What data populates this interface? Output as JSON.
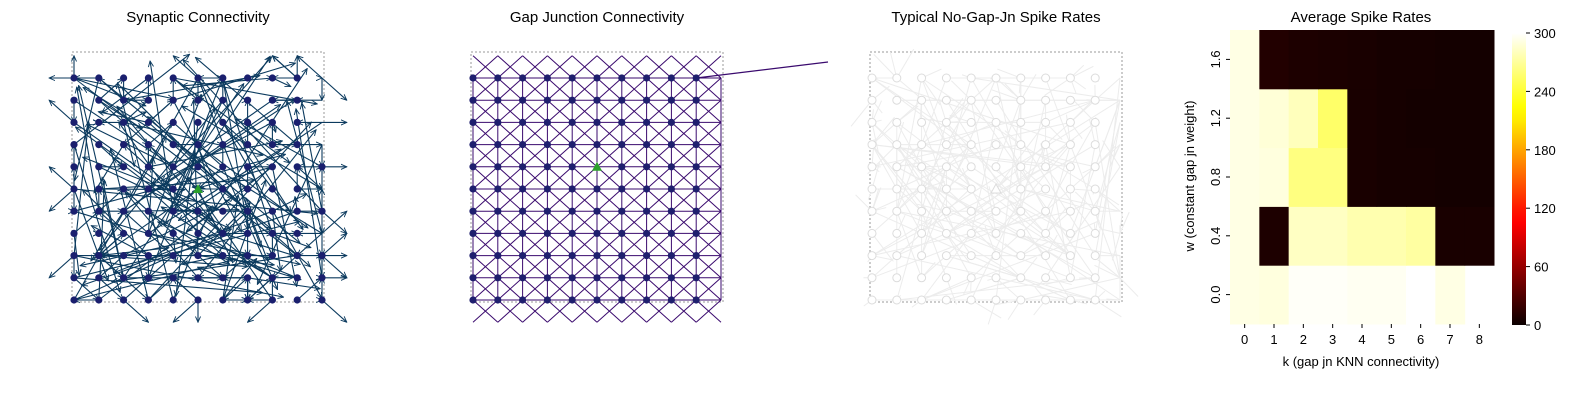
{
  "panels": {
    "synaptic": {
      "title": "Synaptic Connectivity"
    },
    "gap": {
      "title": "Gap Junction Connectivity"
    },
    "rates": {
      "title": "Typical No-Gap-Jn Spike Rates"
    }
  },
  "colors": {
    "synaptic_edge": "#0b3a5e",
    "synaptic_node": "#1a1f6e",
    "gap_edge": "#3a0a6e",
    "gap_node": "#1f1f6e",
    "highlight_node": "#2ca02c",
    "rate_node_fill": "#ffffff",
    "rate_node_stroke": "#dcdcdc",
    "border": "#999999"
  },
  "grid": {
    "n": 11
  },
  "chart_data": [
    {
      "type": "heatmap",
      "title": "Average Spike Rates",
      "xlabel": "k (gap jn KNN connectivity)",
      "ylabel": "w (constant gap jn weight)",
      "x": [
        0,
        1,
        2,
        3,
        4,
        5,
        6,
        7,
        8
      ],
      "xticks": [
        "0",
        "1",
        "2",
        "3",
        "4",
        "5",
        "6",
        "7",
        "8"
      ],
      "y": [
        0.0,
        0.4,
        0.8,
        1.2,
        1.6
      ],
      "yticks": [
        "0.0",
        "0.4",
        "0.8",
        "1.2",
        "1.6"
      ],
      "colormap": "hot",
      "color_range": [
        0,
        300
      ],
      "colorbar_ticks": [
        "0",
        "60",
        "120",
        "180",
        "240",
        "300"
      ],
      "rows": [
        {
          "w": "0.0",
          "values": [
            292,
            290,
            298,
            298,
            296,
            296,
            300,
            292,
            null
          ]
        },
        {
          "w": "0.4",
          "values": [
            292,
            8,
            282,
            282,
            276,
            276,
            272,
            6,
            6
          ]
        },
        {
          "w": "0.8",
          "values": [
            292,
            290,
            262,
            262,
            6,
            5,
            5,
            4,
            4
          ]
        },
        {
          "w": "1.2",
          "values": [
            292,
            288,
            280,
            255,
            6,
            5,
            4,
            4,
            4
          ]
        },
        {
          "w": "1.6",
          "values": [
            292,
            10,
            8,
            7,
            6,
            5,
            5,
            4,
            4
          ]
        }
      ]
    }
  ]
}
